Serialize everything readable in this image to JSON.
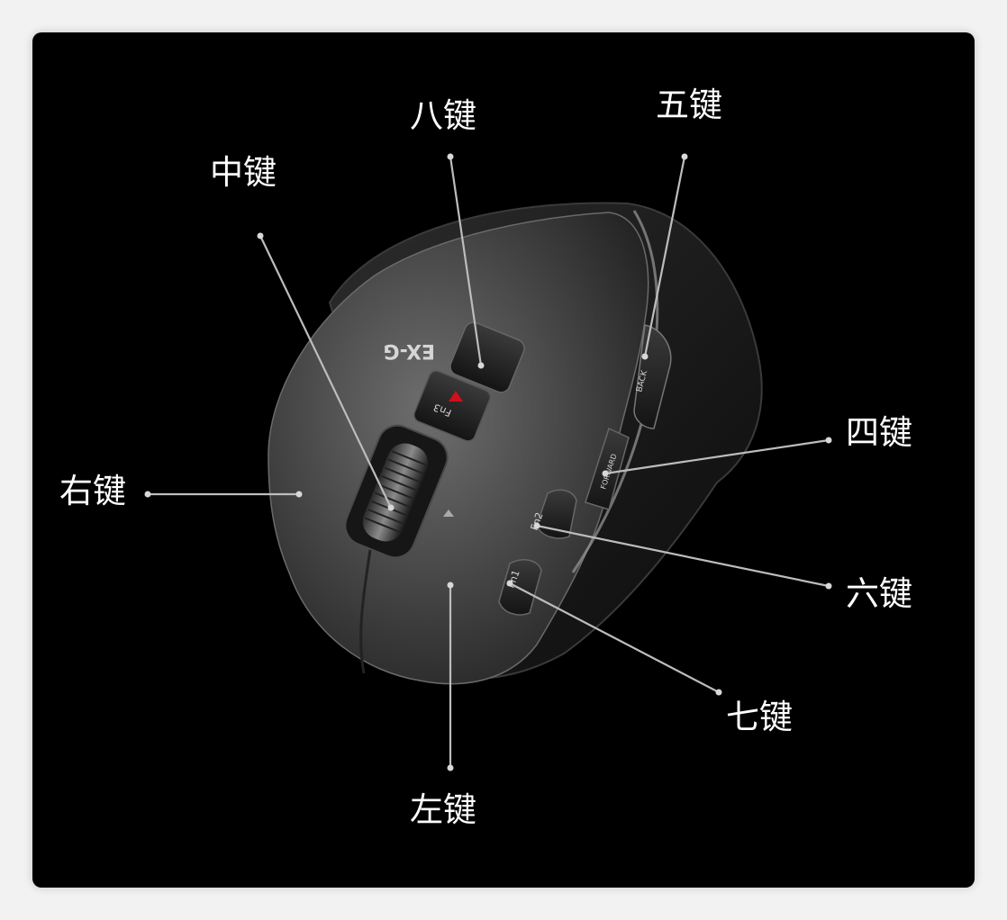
{
  "logo_text": "EX-G",
  "buttons": {
    "fn1": "Fn1",
    "fn2": "Fn2",
    "fn3": "Fn3",
    "forward": "FORWARD",
    "back": "BACK"
  },
  "labels": {
    "eight": "八键",
    "five": "五键",
    "middle": "中键",
    "four": "四键",
    "right": "右键",
    "six": "六键",
    "seven": "七键",
    "left": "左键"
  },
  "colors": {
    "background": "#000000",
    "leader_line": "#bdbdbd",
    "label_text": "#ffffff",
    "indicator": "#d0101a"
  }
}
